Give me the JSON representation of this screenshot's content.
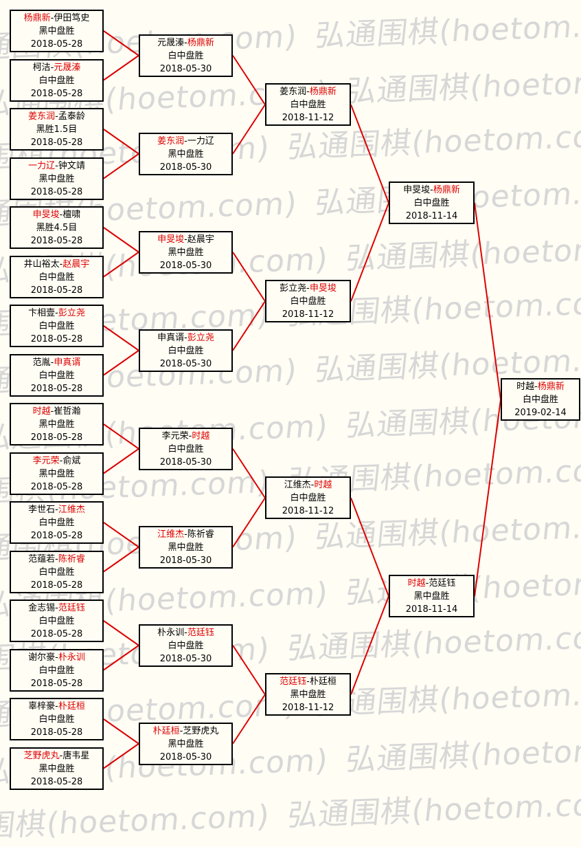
{
  "watermark": {
    "text": "弘通围棋(hoetom.com)"
  },
  "colors": {
    "background": "#fffdf4",
    "line": "#dd0000",
    "winner_text": "#dd0000",
    "loser_text": "#000000",
    "box_border": "#000000",
    "watermark_text": "#d7d7d7"
  },
  "bracket": {
    "rounds": [
      {
        "matches": [
          {
            "left": "杨鼎新",
            "right": "伊田笃史",
            "winner": "left",
            "result": "黑中盘胜",
            "date": "2018-05-28"
          },
          {
            "left": "柯洁",
            "right": "元晟溱",
            "winner": "right",
            "result": "白中盘胜",
            "date": "2018-05-28"
          },
          {
            "left": "姜东润",
            "right": "孟泰龄",
            "winner": "left",
            "result": "黑胜1.5目",
            "date": "2018-05-28"
          },
          {
            "left": "一力辽",
            "right": "钟文靖",
            "winner": "left",
            "result": "黑中盘胜",
            "date": "2018-05-28"
          },
          {
            "left": "申旻埈",
            "right": "檀啸",
            "winner": "left",
            "result": "黑胜4.5目",
            "date": "2018-05-28"
          },
          {
            "left": "井山裕太",
            "right": "赵晨宇",
            "winner": "right",
            "result": "白中盘胜",
            "date": "2018-05-28"
          },
          {
            "left": "卞相壹",
            "right": "彭立尧",
            "winner": "right",
            "result": "白中盘胜",
            "date": "2018-05-28"
          },
          {
            "left": "范胤",
            "right": "申真谞",
            "winner": "right",
            "result": "白中盘胜",
            "date": "2018-05-28"
          },
          {
            "left": "时越",
            "right": "崔哲瀚",
            "winner": "left",
            "result": "黑中盘胜",
            "date": "2018-05-28"
          },
          {
            "left": "李元荣",
            "right": "俞斌",
            "winner": "left",
            "result": "黑中盘胜",
            "date": "2018-05-28"
          },
          {
            "left": "李世石",
            "right": "江维杰",
            "winner": "right",
            "result": "白中盘胜",
            "date": "2018-05-28"
          },
          {
            "left": "范蕴若",
            "right": "陈祈睿",
            "winner": "right",
            "result": "白中盘胜",
            "date": "2018-05-28"
          },
          {
            "left": "金志锡",
            "right": "范廷钰",
            "winner": "right",
            "result": "白中盘胜",
            "date": "2018-05-28"
          },
          {
            "left": "谢尔豪",
            "right": "朴永训",
            "winner": "right",
            "result": "白中盘胜",
            "date": "2018-05-28"
          },
          {
            "left": "辜梓豪",
            "right": "朴廷桓",
            "winner": "right",
            "result": "白中盘胜",
            "date": "2018-05-28"
          },
          {
            "left": "芝野虎丸",
            "right": "唐韦星",
            "winner": "left",
            "result": "黑中盘胜",
            "date": "2018-05-28"
          }
        ]
      },
      {
        "matches": [
          {
            "left": "元晟溱",
            "right": "杨鼎新",
            "winner": "right",
            "result": "白中盘胜",
            "date": "2018-05-30"
          },
          {
            "left": "姜东润",
            "right": "一力辽",
            "winner": "left",
            "result": "黑中盘胜",
            "date": "2018-05-30"
          },
          {
            "left": "申旻埈",
            "right": "赵晨宇",
            "winner": "left",
            "result": "黑中盘胜",
            "date": "2018-05-30"
          },
          {
            "left": "申真谞",
            "right": "彭立尧",
            "winner": "right",
            "result": "白中盘胜",
            "date": "2018-05-30"
          },
          {
            "left": "李元荣",
            "right": "时越",
            "winner": "right",
            "result": "白中盘胜",
            "date": "2018-05-30"
          },
          {
            "left": "江维杰",
            "right": "陈祈睿",
            "winner": "left",
            "result": "黑中盘胜",
            "date": "2018-05-30"
          },
          {
            "left": "朴永训",
            "right": "范廷钰",
            "winner": "right",
            "result": "白中盘胜",
            "date": "2018-05-30"
          },
          {
            "left": "朴廷桓",
            "right": "芝野虎丸",
            "winner": "left",
            "result": "黑中盘胜",
            "date": "2018-05-30"
          }
        ]
      },
      {
        "matches": [
          {
            "left": "姜东润",
            "right": "杨鼎新",
            "winner": "right",
            "result": "白中盘胜",
            "date": "2018-11-12"
          },
          {
            "left": "彭立尧",
            "right": "申旻埈",
            "winner": "right",
            "result": "白中盘胜",
            "date": "2018-11-12"
          },
          {
            "left": "江维杰",
            "right": "时越",
            "winner": "right",
            "result": "白中盘胜",
            "date": "2018-11-12"
          },
          {
            "left": "范廷钰",
            "right": "朴廷桓",
            "winner": "left",
            "result": "黑中盘胜",
            "date": "2018-11-12"
          }
        ]
      },
      {
        "matches": [
          {
            "left": "申旻埈",
            "right": "杨鼎新",
            "winner": "right",
            "result": "白中盘胜",
            "date": "2018-11-14"
          },
          {
            "left": "时越",
            "right": "范廷钰",
            "winner": "left",
            "result": "黑中盘胜",
            "date": "2018-11-14"
          }
        ]
      },
      {
        "matches": [
          {
            "left": "时越",
            "right": "杨鼎新",
            "winner": "right",
            "result": "白中盘胜",
            "date": "2019-02-14"
          }
        ]
      }
    ]
  }
}
